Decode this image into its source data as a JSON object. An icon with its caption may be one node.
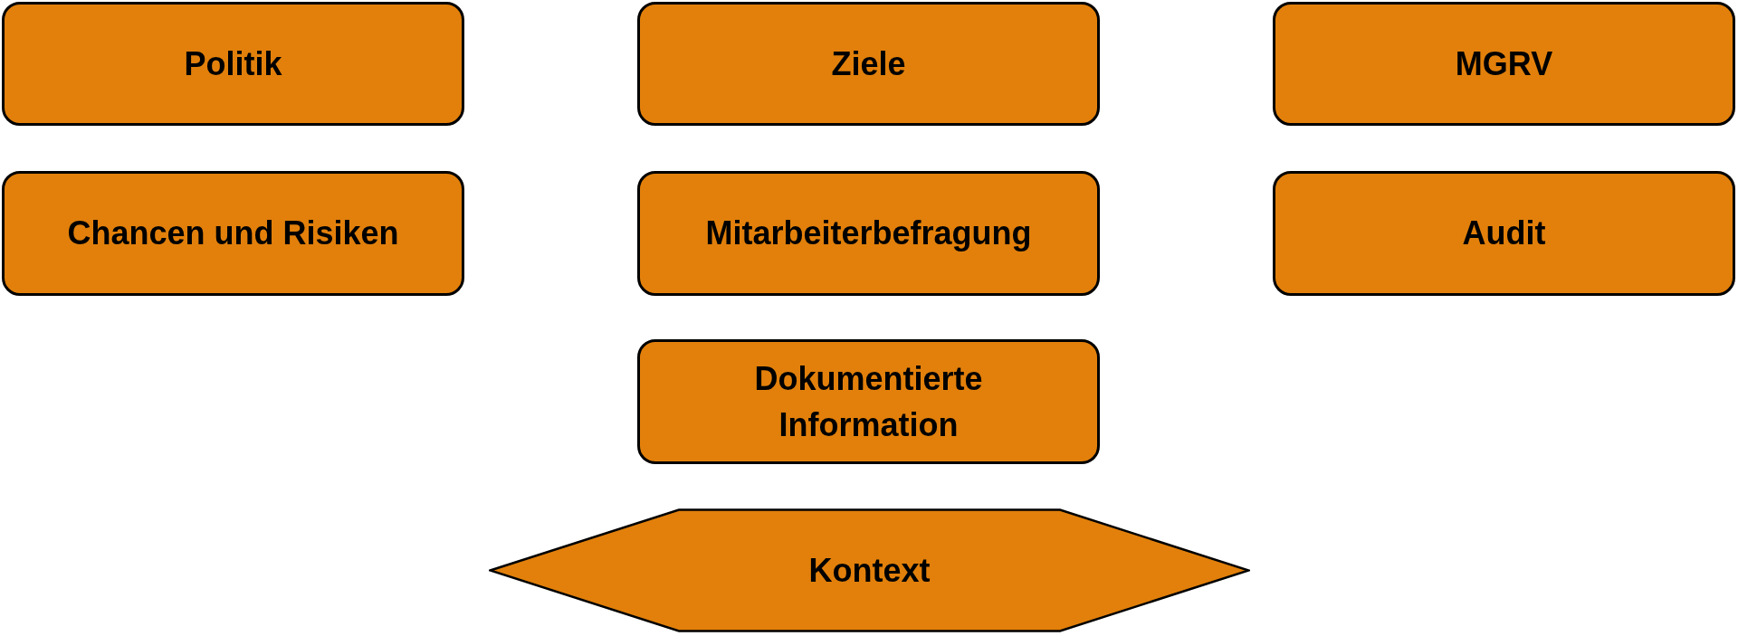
{
  "diagram": {
    "nodes": [
      {
        "text": [
          "Politik"
        ]
      },
      {
        "text": [
          "Ziele"
        ]
      },
      {
        "text": [
          "MGRV"
        ]
      },
      {
        "text": [
          "Chancen und Risiken"
        ]
      },
      {
        "text": [
          "Mitarbeiterbefragung"
        ]
      },
      {
        "text": [
          "Audit"
        ]
      },
      {
        "text": [
          "Dokumentierte Information"
        ]
      },
      {
        "text": [
          "Kontext"
        ]
      }
    ]
  }
}
